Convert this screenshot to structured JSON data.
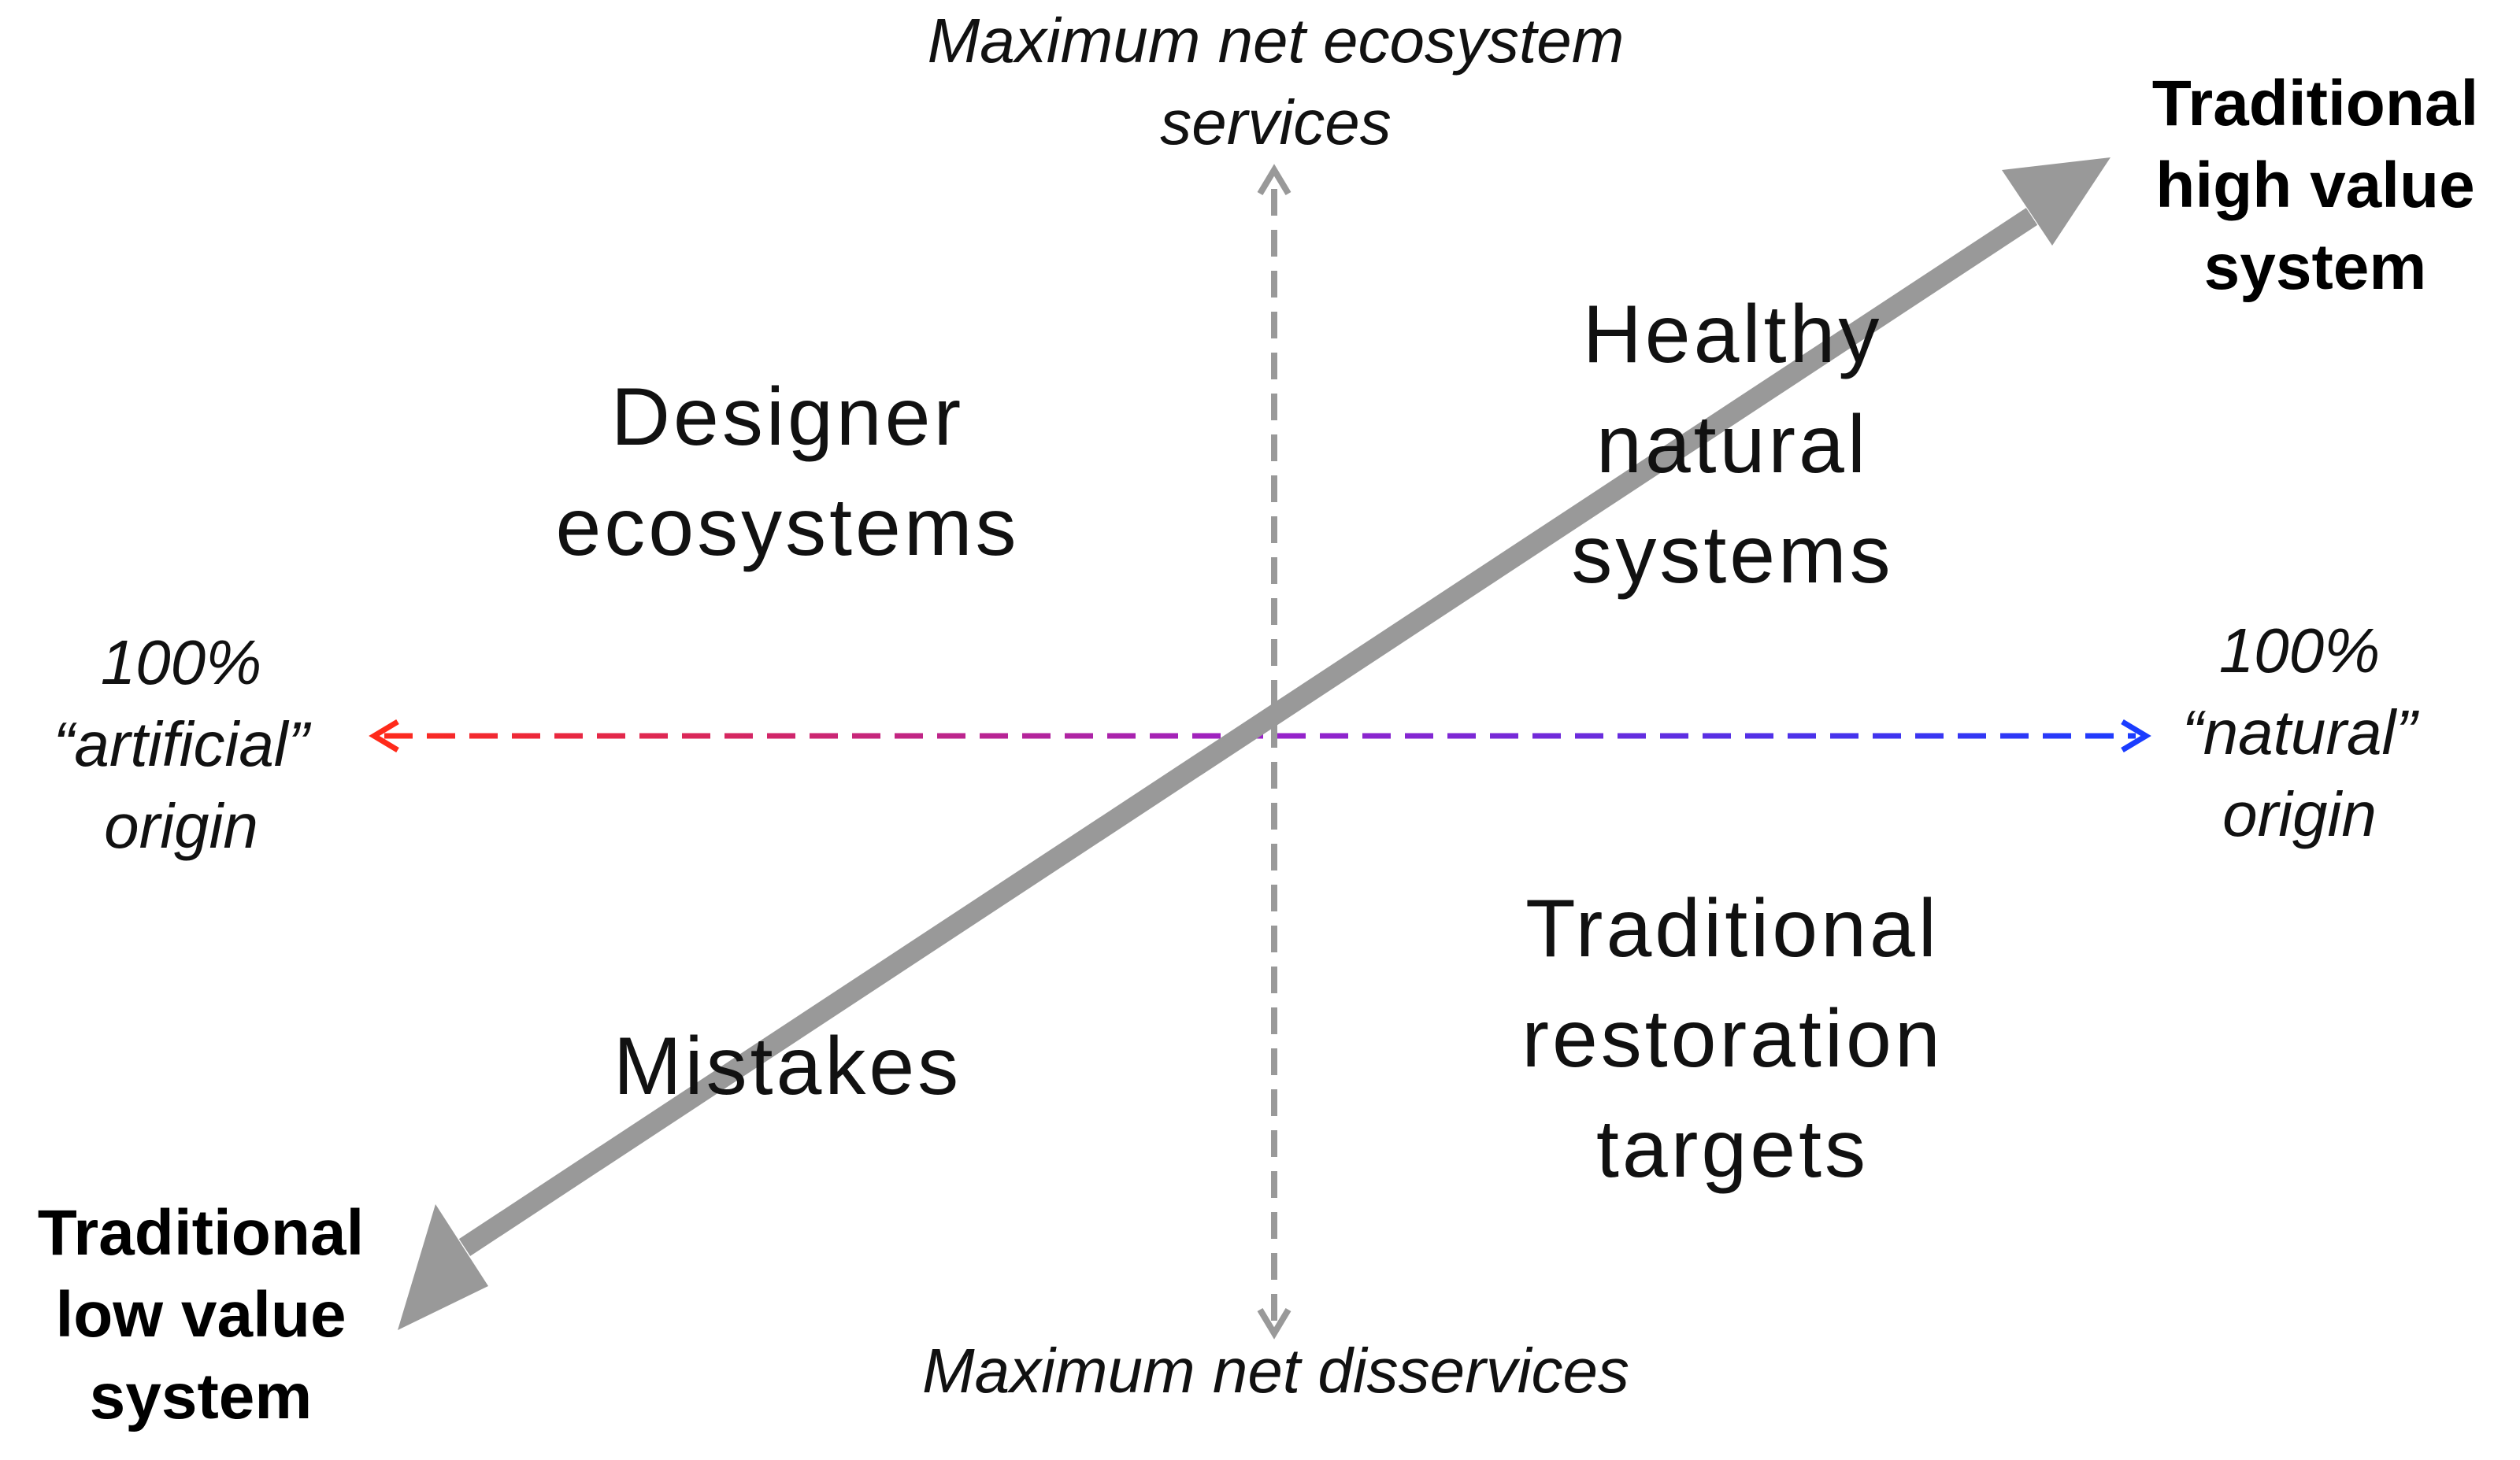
{
  "axes": {
    "top": "Maximum net ecosystem\nservices",
    "bottom": "Maximum net disservices",
    "left": "100%\n“artificial”\norigin",
    "right": "100%\n“natural”\norigin"
  },
  "diagonal": {
    "high_end": "Traditional\nhigh value\nsystem",
    "low_end": "Traditional\nlow value\nsystem"
  },
  "quadrants": {
    "top_left": "Designer\necosystems",
    "top_right": "Healthy\nnatural\nsystems",
    "bottom_left": "Mistakes",
    "bottom_right": "Traditional\nrestoration\ntargets"
  },
  "colors": {
    "vertical_axis": "#999999",
    "diagonal_arrow": "#999999",
    "horizontal_start": "#ff2a1a",
    "horizontal_mid": "#9a22c8",
    "horizontal_end": "#1a3cff"
  }
}
